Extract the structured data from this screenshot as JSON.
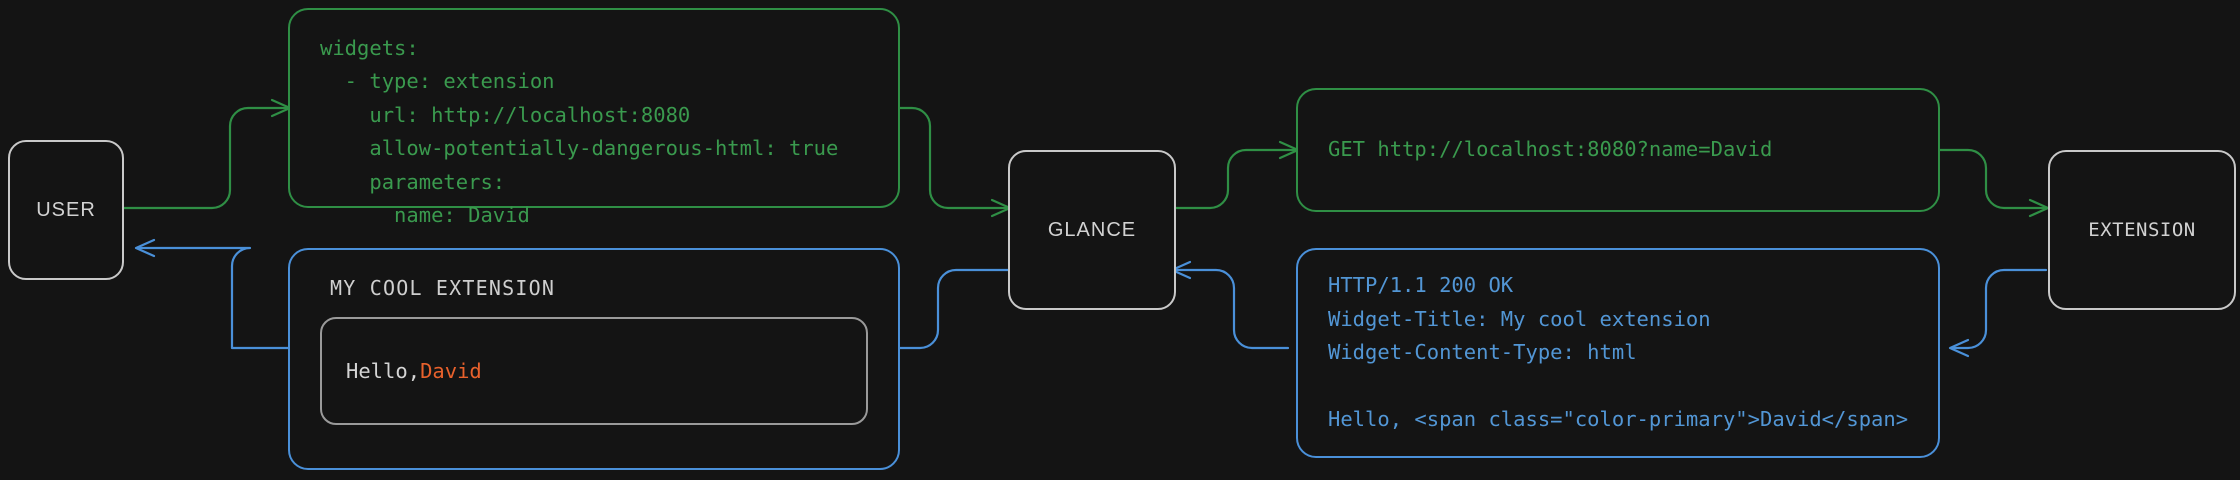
{
  "diagram": {
    "background": "#141414",
    "colors": {
      "request_green": "#3a9a4e",
      "response_blue": "#5296d5",
      "node_border": "#c9c9c9",
      "accent_orange": "#e8612c",
      "text_gray": "#d2d2d2"
    }
  },
  "nodes": {
    "user": {
      "label": "USER"
    },
    "glance": {
      "label": "GLANCE"
    },
    "extension": {
      "label": "EXTENSION"
    }
  },
  "blocks": {
    "config": {
      "text": "widgets:\n  - type: extension\n    url: http://localhost:8080\n    allow-potentially-dangerous-html: true\n    parameters:\n      name: David"
    },
    "request": {
      "text": "GET http://localhost:8080?name=David"
    },
    "response": {
      "text": "HTTP/1.1 200 OK\nWidget-Title: My cool extension\nWidget-Content-Type: html\n\nHello, <span class=\"color-primary\">David</span>"
    },
    "widget": {
      "title": "MY COOL EXTENSION",
      "greeting": "Hello, ",
      "name": "David"
    }
  }
}
